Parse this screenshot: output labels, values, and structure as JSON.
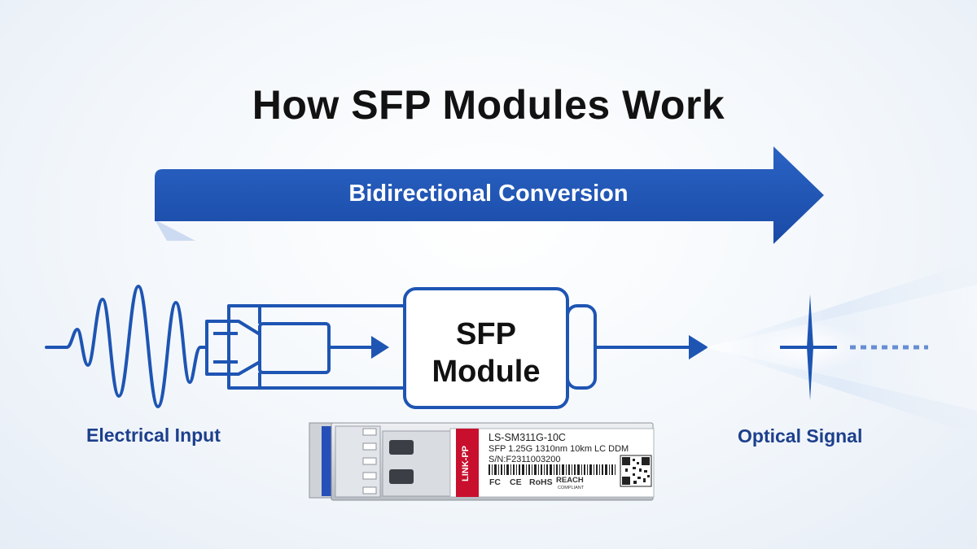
{
  "title": "How SFP Modules Work",
  "arrow_label": "Bidirectional Conversion",
  "module_box": {
    "line1": "SFP",
    "line2": "Module"
  },
  "labels": {
    "input": "Electrical Input",
    "output": "Optical Signal"
  },
  "module_product": {
    "model": "LS-SM311G-10C",
    "spec": "SFP 1.25G 1310nm 10km LC DDM",
    "serial": "S/N:F2311003200",
    "brand": "LINK-PP",
    "certifications": [
      "FC",
      "CE",
      "RoHS",
      "REACH"
    ],
    "reach_subtext": "COMPLIANT"
  },
  "colors": {
    "primary_blue": "#1e55b3",
    "label_blue": "#1d3f8c",
    "title_text": "#121212",
    "brand_red": "#c8102e",
    "module_metal": "#d7dbe0",
    "latch_blue": "#2650b8"
  }
}
